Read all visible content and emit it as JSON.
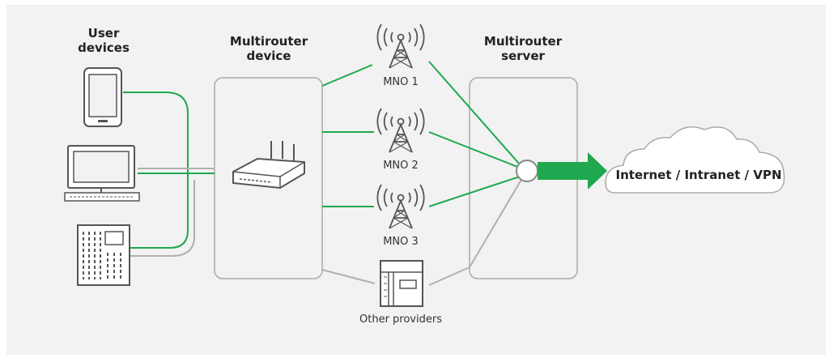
{
  "labels": {
    "user_devices": "User\ndevices",
    "multirouter_device": "Multirouter\ndevice",
    "multirouter_server": "Multirouter\nserver",
    "mno1": "MNO 1",
    "mno2": "MNO 2",
    "mno3": "MNO 3",
    "other_providers": "Other providers",
    "internet": "Internet / Intranet / VPN"
  },
  "colors": {
    "green": "#1fa84f",
    "gray_line": "#b0b0b0",
    "box_stroke": "#aaaaaa",
    "device_stroke": "#555555",
    "background": "#f2f2f2"
  },
  "icons": [
    "tablet-icon",
    "desktop-computer-icon",
    "fax-terminal-icon",
    "router-icon",
    "cell-tower-icon",
    "server-rack-icon",
    "cloud-icon",
    "arrow-icon"
  ]
}
